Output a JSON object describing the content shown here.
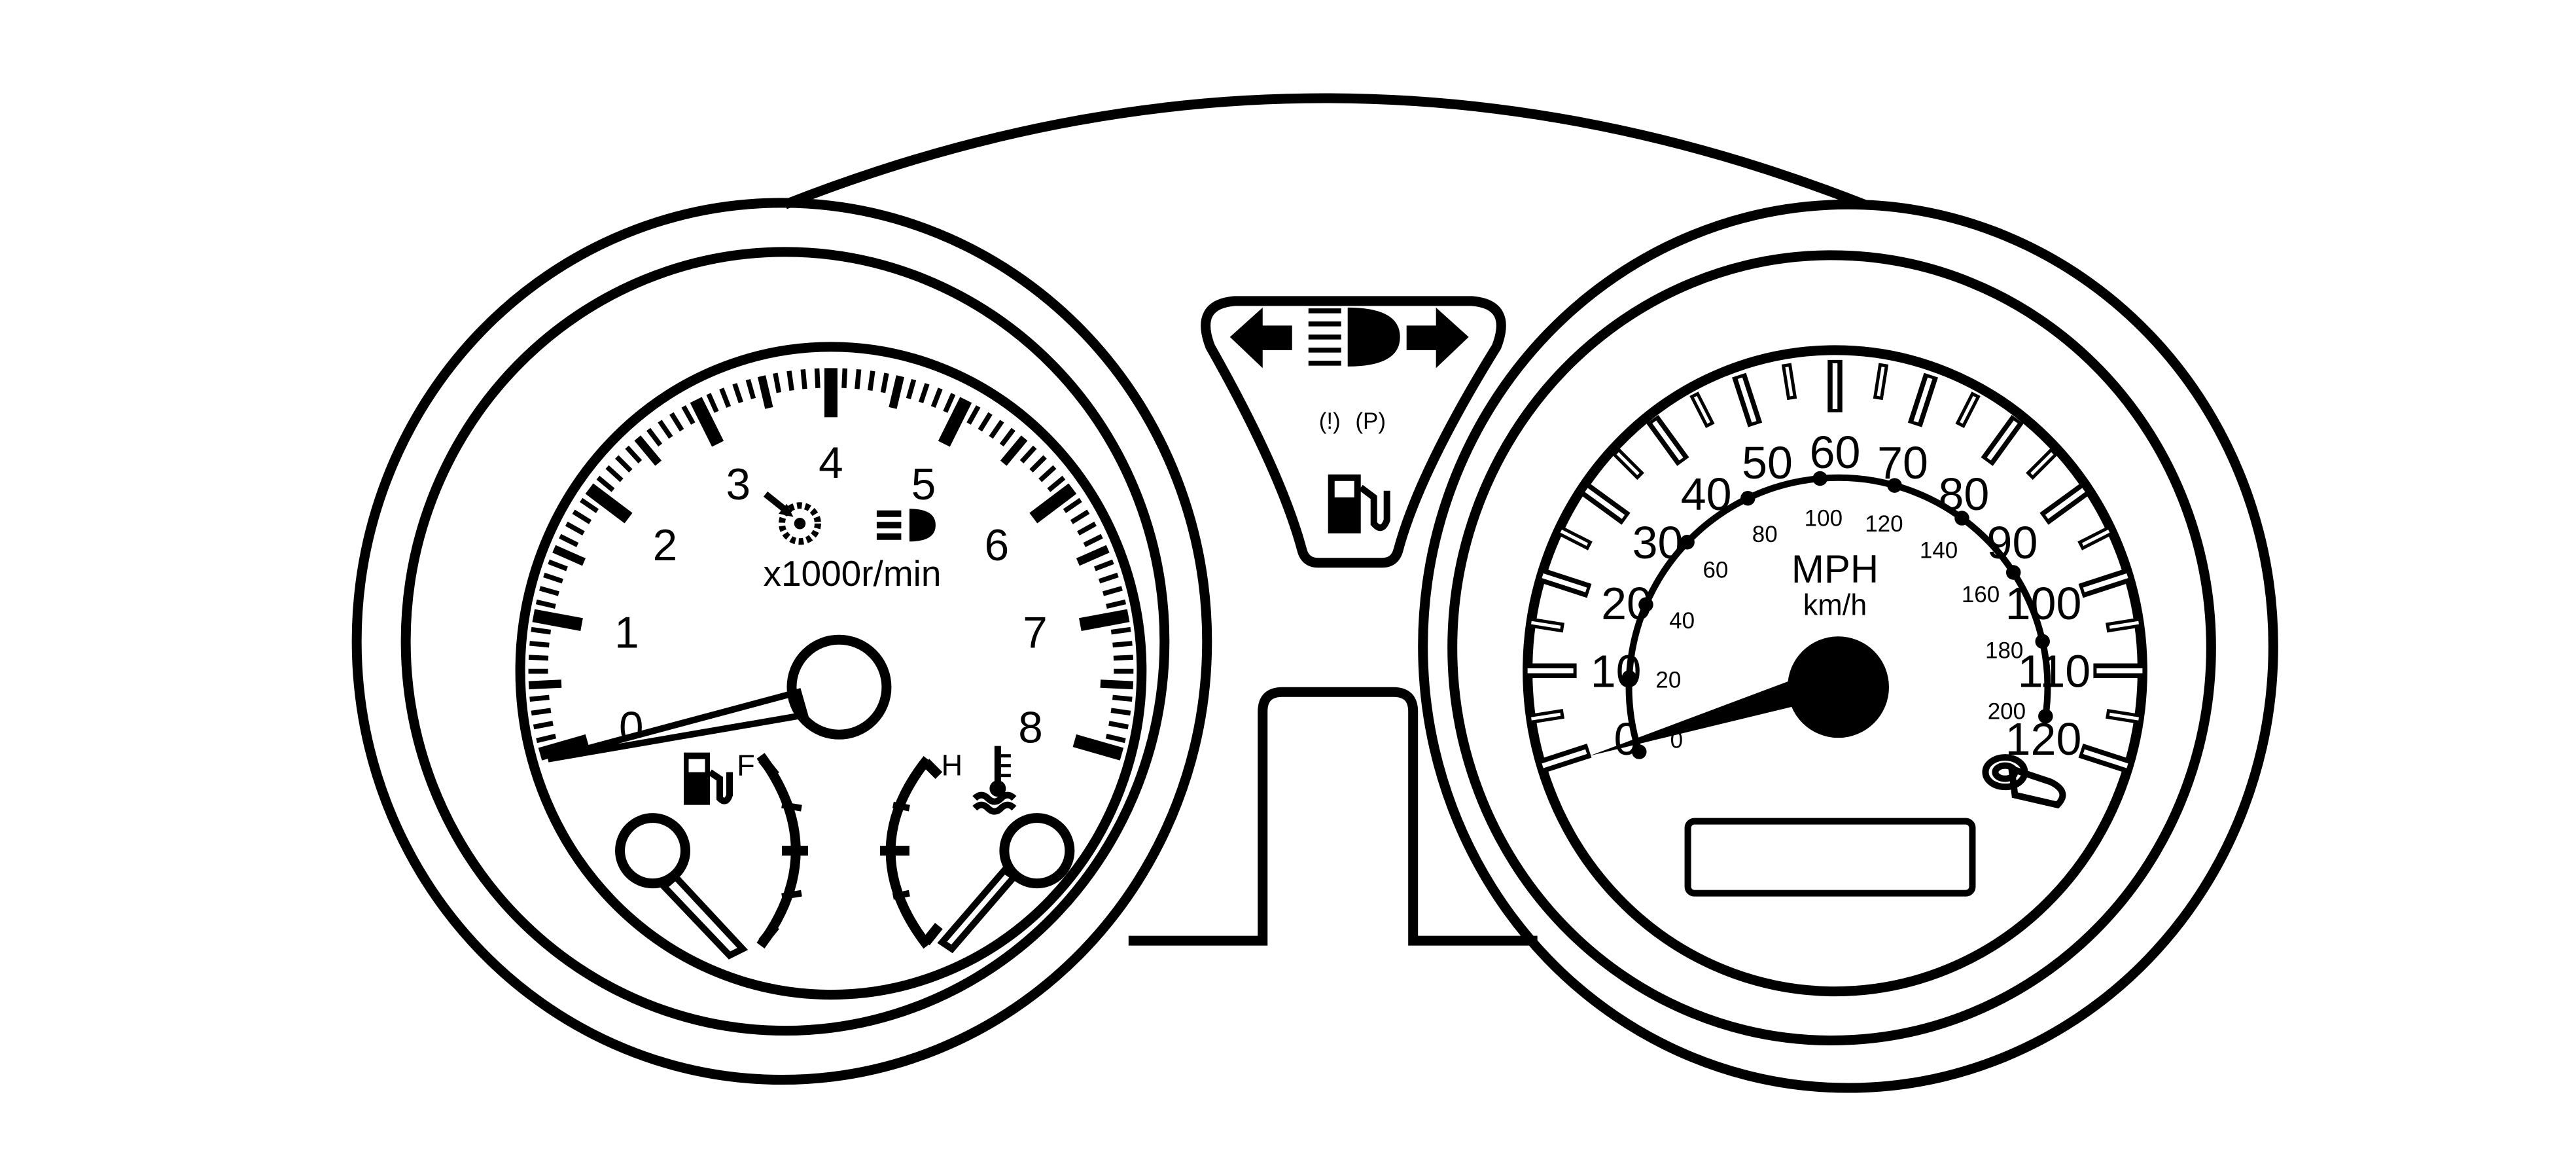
{
  "colors": {
    "line": "#000000",
    "background": "#ffffff"
  },
  "tachometer": {
    "numbers": [
      "0",
      "1",
      "2",
      "3",
      "4",
      "5",
      "6",
      "7",
      "8"
    ],
    "unit_label": "x1000r/min",
    "needle_value": 0,
    "icons": [
      "immobilizer-icon",
      "foglight-icon"
    ]
  },
  "fuel_gauge": {
    "full_label": "F",
    "icon": "fuel-pump-icon",
    "level": 0
  },
  "temp_gauge": {
    "hot_label": "H",
    "icon": "coolant-temperature-icon",
    "level": 0
  },
  "indicator_panel": {
    "icons": [
      "turn-left-icon",
      "high-beam-icon",
      "turn-right-icon",
      "brake-warning-icon",
      "parking-brake-icon",
      "fuel-warning-icon"
    ],
    "brake_warning_glyph": "(!)",
    "parking_brake_glyph": "(P)"
  },
  "speedometer": {
    "mph_numbers": [
      "0",
      "10",
      "20",
      "30",
      "40",
      "50",
      "60",
      "70",
      "80",
      "90",
      "100",
      "110",
      "120"
    ],
    "kmh_numbers": [
      "0",
      "20",
      "40",
      "60",
      "80",
      "100",
      "120",
      "140",
      "160",
      "180",
      "200"
    ],
    "mph_label": "MPH",
    "kmh_label": "km/h",
    "needle_value_mph": 0,
    "icons": [
      "trip-reset-knob-icon"
    ],
    "display_text": ""
  }
}
